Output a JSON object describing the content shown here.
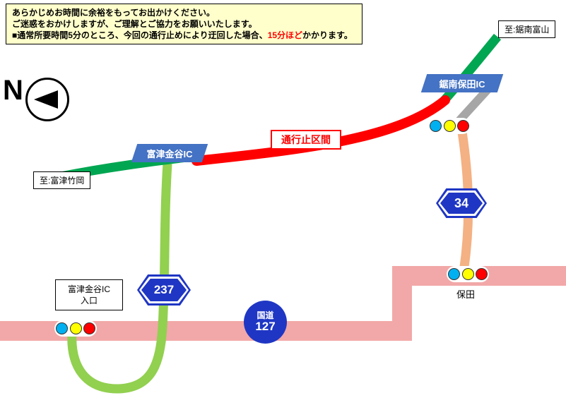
{
  "colors": {
    "road_green": "#00A651",
    "road_light_green": "#92D050",
    "road_red": "#FF0000",
    "road_orange": "#F4B183",
    "road_pink": "#F2A8A8",
    "road_gray": "#A6A6A6",
    "ic_label_blue": "#4472C4",
    "badge_blue": "#1F36C4",
    "signal_blue": "#00B0F0",
    "signal_yellow": "#FFFF00",
    "signal_red": "#FF0000",
    "notice_bg": "#FFFFCC",
    "highlight_red": "#FF0000"
  },
  "notice": {
    "line1": "あらかじめお時間に余裕をもってお出かけください。",
    "line2": "ご迷惑をおかけしますが、ご理解とご協力をお願いいたします。",
    "line3_prefix": "■通常所要時間5分のところ、今回の通行止めにより迂回した場合、",
    "line3_highlight": "15分ほど",
    "line3_suffix": "かかります。"
  },
  "compass": {
    "label": "N"
  },
  "destinations": {
    "north": "至:鋸南富山",
    "south": "至:富津竹岡"
  },
  "interchanges": {
    "hota": "鋸南保田IC",
    "kanaya": "富津金谷IC"
  },
  "closure": {
    "label": "通行止区間"
  },
  "badges": {
    "route34": "34",
    "route237": "237",
    "national_prefix": "国道",
    "national_number": "127"
  },
  "signs": {
    "kanaya_entrance_line1": "富津金谷IC",
    "kanaya_entrance_line2": "入口",
    "hota_crossing": "保田"
  }
}
